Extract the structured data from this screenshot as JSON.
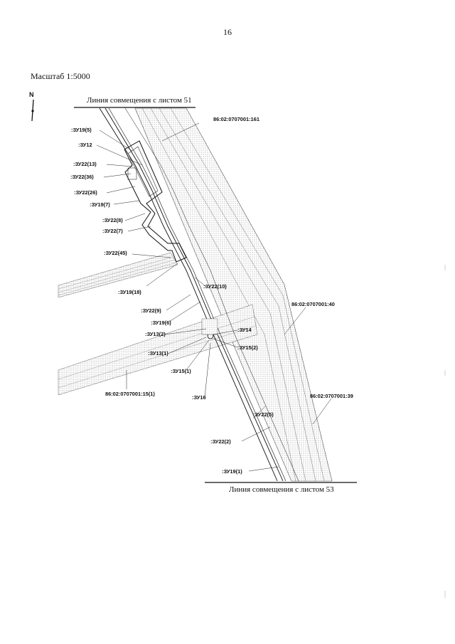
{
  "page_number": "16",
  "scale_text": "Масштаб 1:5000",
  "north_label": "N",
  "top_line_label": "Линия совмещения с листом 51",
  "bottom_line_label": "Линия совмещения с листом 53",
  "parcels": {
    "p161": "86:02:0707001:161",
    "p40": "86:02:0707001:40",
    "p39": "86:02:0707001:39",
    "p15_1": "86:02:0707001:15(1)"
  },
  "labels": {
    "zu19_5": ":ЗУ19(5)",
    "zu12": ":ЗУ12",
    "zu22_13": ":ЗУ22(13)",
    "zu22_36": ":ЗУ22(36)",
    "zu22_26": ":ЗУ22(26)",
    "zu19_7": ":ЗУ19(7)",
    "zu22_8": ":ЗУ22(8)",
    "zu22_7": ":ЗУ22(7)",
    "zu22_45": ":ЗУ22(45)",
    "zu19_18": ":ЗУ19(18)",
    "zu22_10": ":ЗУ22(10)",
    "zu22_9": ":ЗУ22(9)",
    "zu19_6": ":ЗУ19(6)",
    "zu13_2": ":ЗУ13(2)",
    "zu14": ":ЗУ14",
    "zu15_2": ":ЗУ15(2)",
    "zu13_1": ":ЗУ13(1)",
    "zu15_1": ":ЗУ15(1)",
    "zu16": ":ЗУ16",
    "zu22_5": ":ЗУ22(5)",
    "zu22_2": ":ЗУ22(2)",
    "zu19_1": ":ЗУ19(1)"
  }
}
